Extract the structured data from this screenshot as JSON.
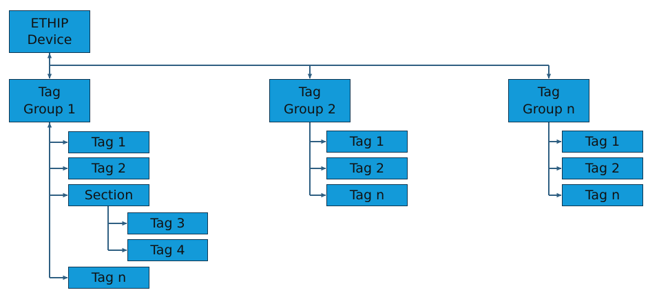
{
  "device": {
    "label": "ETHIP\nDevice"
  },
  "groups": [
    {
      "label": "Tag\nGroup 1",
      "tags": [
        {
          "label": "Tag 1"
        },
        {
          "label": "Tag 2"
        },
        {
          "label": "Section",
          "children": [
            {
              "label": "Tag 3"
            },
            {
              "label": "Tag 4"
            }
          ]
        },
        {
          "label": "Tag n"
        }
      ]
    },
    {
      "label": "Tag\nGroup 2",
      "tags": [
        {
          "label": "Tag 1"
        },
        {
          "label": "Tag 2"
        },
        {
          "label": "Tag n"
        }
      ]
    },
    {
      "label": "Tag\nGroup n",
      "tags": [
        {
          "label": "Tag 1"
        },
        {
          "label": "Tag 2"
        },
        {
          "label": "Tag n"
        }
      ]
    }
  ],
  "colors": {
    "box_fill": "#139ad9",
    "box_border": "#0f3550",
    "connector": "#2f5f82"
  }
}
